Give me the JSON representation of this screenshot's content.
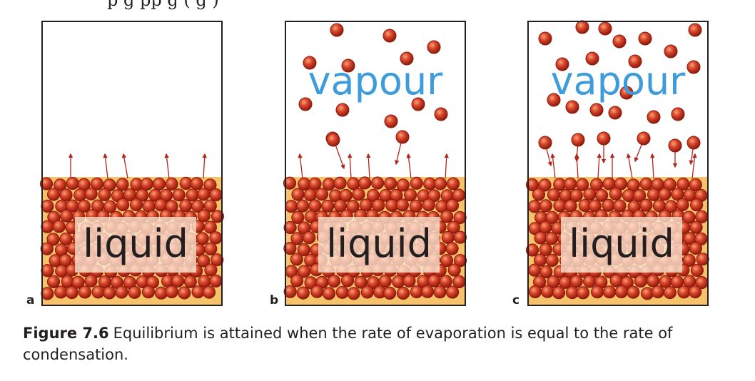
{
  "page_top_text": "p                                    g                  pp                  g  (  g                  )",
  "panels": [
    {
      "letter": "a",
      "liquid_label": "liquid",
      "vapour_label": ""
    },
    {
      "letter": "b",
      "liquid_label": "liquid",
      "vapour_label": "vapour"
    },
    {
      "letter": "c",
      "liquid_label": "liquid",
      "vapour_label": "vapour"
    }
  ],
  "caption": {
    "figure_number": "Figure 7.6",
    "text": "Equilibrium is attained when the rate of evaporation is equal to the rate of condensation."
  },
  "colors": {
    "liquid_fill": "#f6c36a",
    "molecule": "#c8321d",
    "molecule_dark": "#8e1a0d",
    "arrow": "#b3241c",
    "vapour_text": "#3f9cdb",
    "label_box": "#fbe7d4",
    "border": "#231f20"
  }
}
